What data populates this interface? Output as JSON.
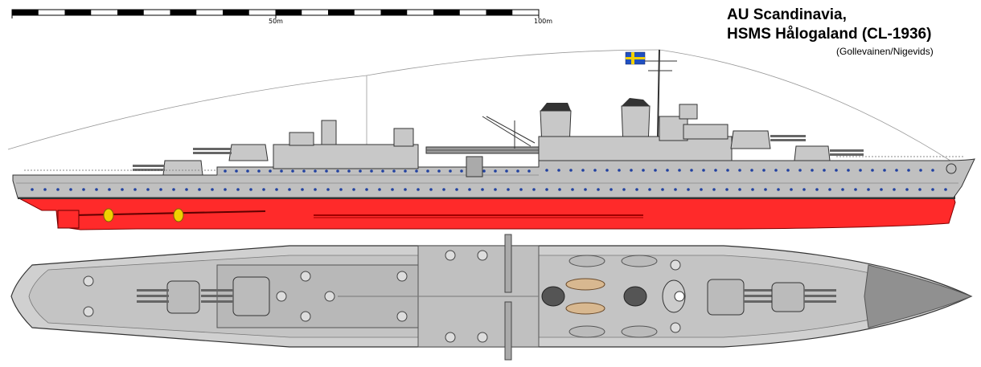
{
  "title": {
    "line1": "AU Scandinavia,",
    "line2": "HSMS Hålogaland (CL-1936)",
    "credit": "(Gollevainen/Nigevids)"
  },
  "scale": {
    "mid_label": "50m",
    "end_label": "100m"
  },
  "colors": {
    "hull_grey": "#c0c0c0",
    "deck_grey": "#d4d4d4",
    "dark_grey": "#808080",
    "lower_hull_red": "#ff2a2a",
    "porthole_blue": "#2040a0",
    "propeller_yellow": "#f0d000",
    "flag_blue": "#2050c0",
    "flag_yellow": "#f0d000"
  },
  "icons": {
    "flag": "swedish-naval-ensign",
    "ship_profile": "cruiser-side-profile",
    "ship_plan": "cruiser-top-plan"
  }
}
